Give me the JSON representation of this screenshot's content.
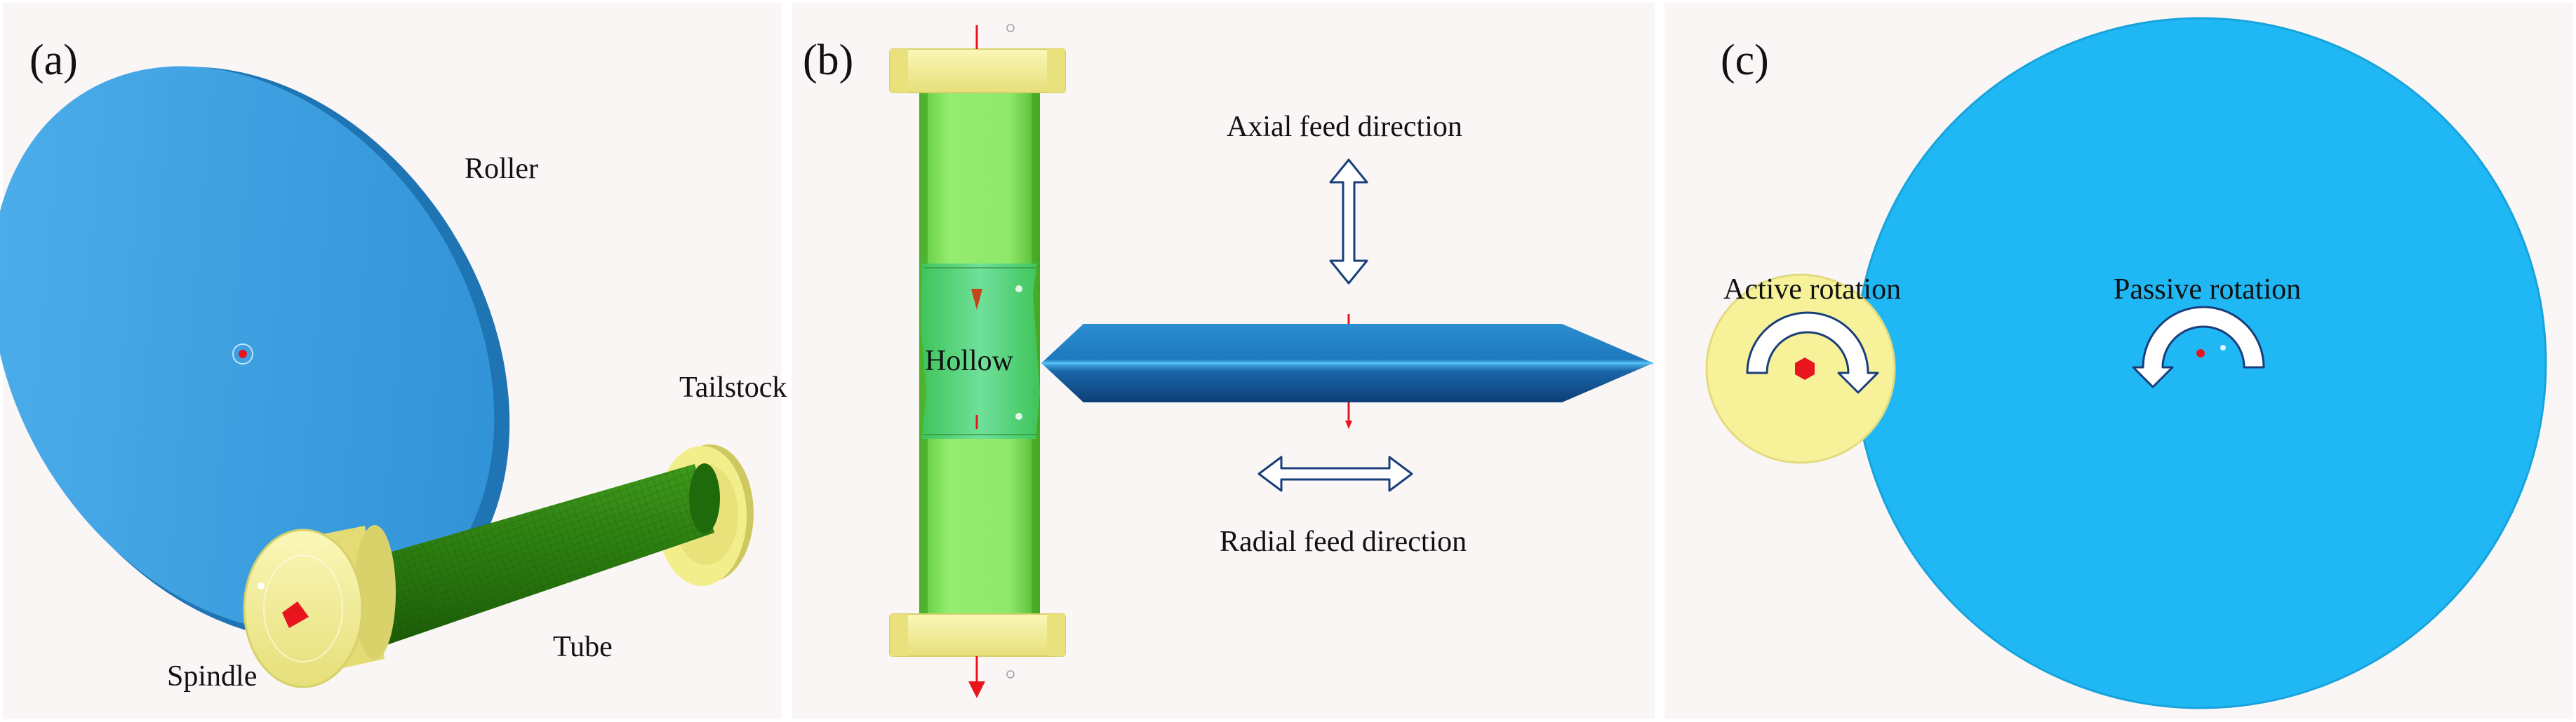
{
  "panels": {
    "a": {
      "letter": "(a)",
      "labels": {
        "roller": "Roller",
        "tailstock": "Tailstock",
        "tube": "Tube",
        "spindle": "Spindle"
      }
    },
    "b": {
      "letter": "(b)",
      "labels": {
        "hollow": "Hollow",
        "axial": "Axial feed direction",
        "radial": "Radial feed direction"
      }
    },
    "c": {
      "letter": "(c)",
      "labels": {
        "active": "Active rotation",
        "passive": "Passive rotation"
      }
    }
  },
  "colors": {
    "background": "#fbf6f6",
    "roller_blue": "#3a9fe0",
    "roller_cyan": "#1fb8f5",
    "tube_green": "#2f7f12",
    "tube_light_green": "#8ee86a",
    "yellow_part": "#f7f29a",
    "arrow_outline": "#1a3e7a",
    "marker_red": "#e8141e"
  },
  "icons": {
    "axial_arrow": "double-arrow-vertical",
    "radial_arrow": "double-arrow-horizontal",
    "active_rotation": "clockwise-arc-arrow",
    "passive_rotation": "counterclockwise-arc-arrow"
  }
}
